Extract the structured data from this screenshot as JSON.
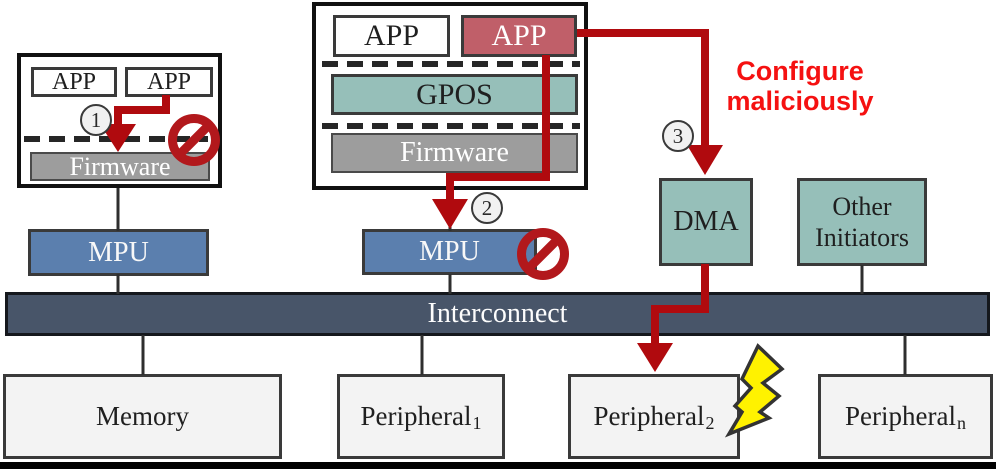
{
  "colors": {
    "attack_red": "#b00a0e",
    "prohibition_red": "#b2181c",
    "caption_red": "#f51111",
    "teal": "#96bfb9",
    "mpu_blue": "#5b7fae",
    "malicious_app_red": "#c05f69",
    "firmware_gray": "#9d9d9d",
    "interconnect_slate": "#485569",
    "target_box_gray": "#f3f3f3",
    "lightning_yellow": "#fff200"
  },
  "left_stack": {
    "app1": "APP",
    "app2": "APP",
    "firmware": "Firmware",
    "step_badge": "1",
    "mpu": "MPU"
  },
  "middle_stack": {
    "app_benign": "APP",
    "app_malicious": "APP",
    "gpos": "GPOS",
    "firmware": "Firmware",
    "step_badge": "2",
    "mpu": "MPU"
  },
  "dma_attack": {
    "step_badge": "3",
    "caption_line1": "Configure",
    "caption_line2": "maliciously"
  },
  "initiators": {
    "dma": "DMA",
    "other_line1": "Other",
    "other_line2": "Initiators"
  },
  "interconnect": {
    "label": "Interconnect"
  },
  "targets": [
    {
      "label": "Memory",
      "sub": ""
    },
    {
      "label": "Peripheral",
      "sub": "1"
    },
    {
      "label": "Peripheral",
      "sub": "2"
    },
    {
      "label": "Peripheral",
      "sub": "n"
    }
  ]
}
